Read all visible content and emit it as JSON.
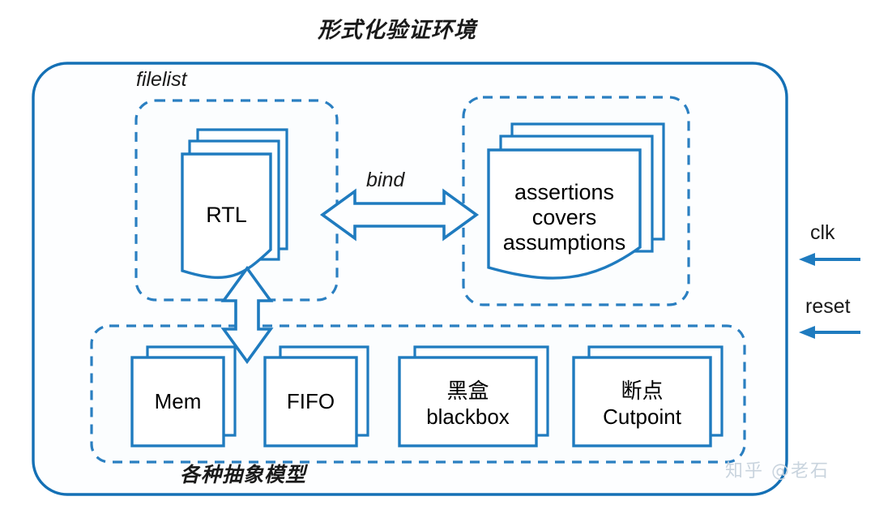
{
  "diagram": {
    "title": "形式化验证环境",
    "outer_container_label": "formal-verification-environment",
    "accent_color": "#1f7bbf",
    "outer_border_color": "#1470b5",
    "text_color": "#1a1a1a"
  },
  "groups": {
    "filelist": {
      "label": "filelist",
      "style": "dashed"
    },
    "properties": {
      "label": "",
      "style": "dashed"
    },
    "abstractions": {
      "label": "各种抽象模型",
      "style": "dashed"
    }
  },
  "documents": [
    {
      "id": "rtl",
      "lines": [
        "RTL"
      ],
      "stack": 3
    },
    {
      "id": "properties",
      "lines": [
        "assertions",
        "covers",
        "assumptions"
      ],
      "stack": 3
    }
  ],
  "connectors": [
    {
      "id": "bind",
      "label": "bind",
      "orientation": "horizontal",
      "arrowheads": "double"
    },
    {
      "id": "rtl-to-abstractions",
      "label": "",
      "orientation": "vertical",
      "arrowheads": "double"
    }
  ],
  "abstraction_boxes": [
    {
      "id": "mem",
      "lines": [
        "Mem"
      ]
    },
    {
      "id": "fifo",
      "lines": [
        "FIFO"
      ]
    },
    {
      "id": "blackbox",
      "lines": [
        "黑盒",
        "blackbox"
      ]
    },
    {
      "id": "cutpoint",
      "lines": [
        "断点",
        "Cutpoint"
      ]
    }
  ],
  "signals": [
    {
      "id": "clk",
      "label": "clk"
    },
    {
      "id": "reset",
      "label": "reset"
    }
  ],
  "watermark": {
    "text": "知乎 @老石"
  }
}
